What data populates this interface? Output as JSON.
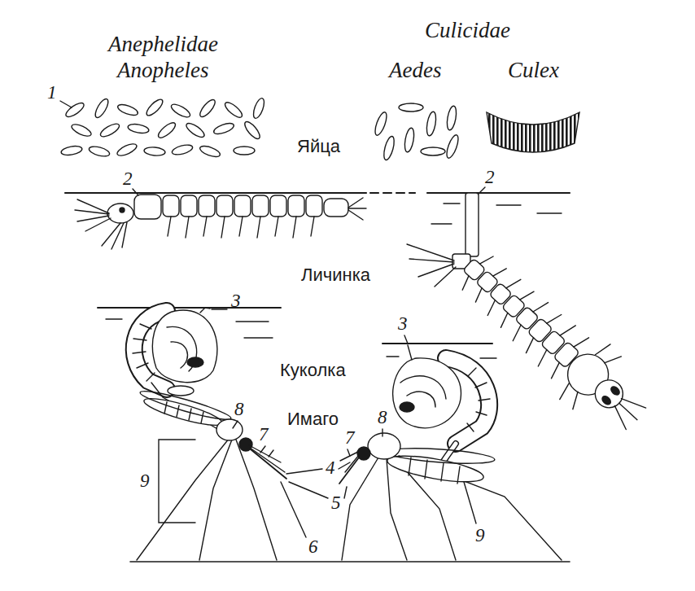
{
  "diagram": {
    "labels": [
      "Culicidae",
      "Anephelidae",
      "Anopheles",
      "Aedes",
      "Culex",
      "1",
      "Яйца",
      "2",
      "2",
      "Личинка",
      "3",
      "3",
      "Куколка",
      "Имаго",
      "8",
      "8",
      "7",
      "7",
      "4",
      "9",
      "5",
      "9",
      "6"
    ]
  }
}
